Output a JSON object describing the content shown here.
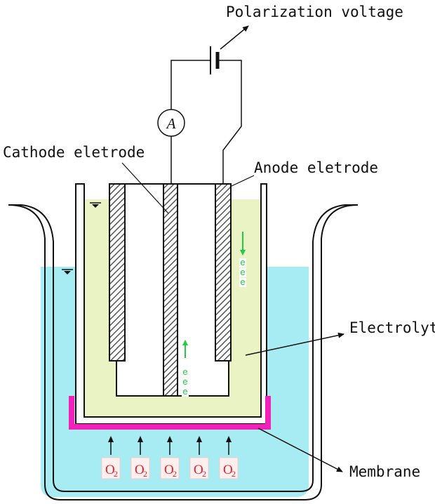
{
  "labels": {
    "polarization_voltage": "Polarization voltage",
    "cathode": "Cathode eletrode",
    "anode": "Anode eletrode",
    "electrolyte": "Electrolyte",
    "membrane": "Membrane",
    "ammeter": "A"
  },
  "oxygen": {
    "symbol": "O",
    "subscript": "2",
    "count": 5
  },
  "electron_symbol": "e",
  "colors": {
    "outer_solution": "#a8ecf3",
    "electrolyte": "#eaf3c4",
    "membrane": "#f020b8",
    "electrode_hatch": "#555555",
    "electron_arrow": "#22cc44",
    "o2_bg": "#fff0f0",
    "o2_text": "#e8202a",
    "line": "#111111"
  }
}
